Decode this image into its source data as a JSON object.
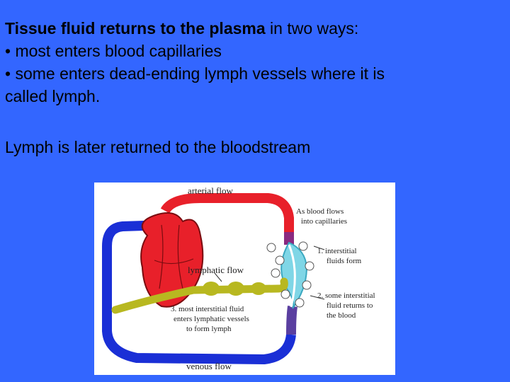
{
  "text": {
    "heading_bold": "Tissue fluid returns to the plasma",
    "heading_rest": " in two ways:",
    "bullet1": "•  most enters blood capillaries",
    "bullet2": "•  some enters dead-ending lymph vessels where it is",
    "bullet2_cont": "called lymph.",
    "closing": "Lymph is later returned to the bloodstream"
  },
  "diagram": {
    "arterial_flow": "arterial flow",
    "blood_flows_line1": "As blood flows",
    "blood_flows_line2": "into capillaries",
    "step1_line1": "1. interstitial",
    "step1_line2": "fluids form",
    "lymphatic_flow": "lymphatic flow",
    "step2_line1": "2. some interstitial",
    "step2_line2": "fluid returns to",
    "step2_line3": "the blood",
    "step3_line1": "3. most interstitial fluid",
    "step3_line2": "enters lymphatic vessels",
    "step3_line3": "to form lymph",
    "venous_flow": "venous flow"
  },
  "colors": {
    "background": "#3366ff",
    "artery": "#e8202a",
    "vein": "#1a2fd6",
    "lymph": "#b8b820",
    "capillary": "#7fd6e6"
  }
}
